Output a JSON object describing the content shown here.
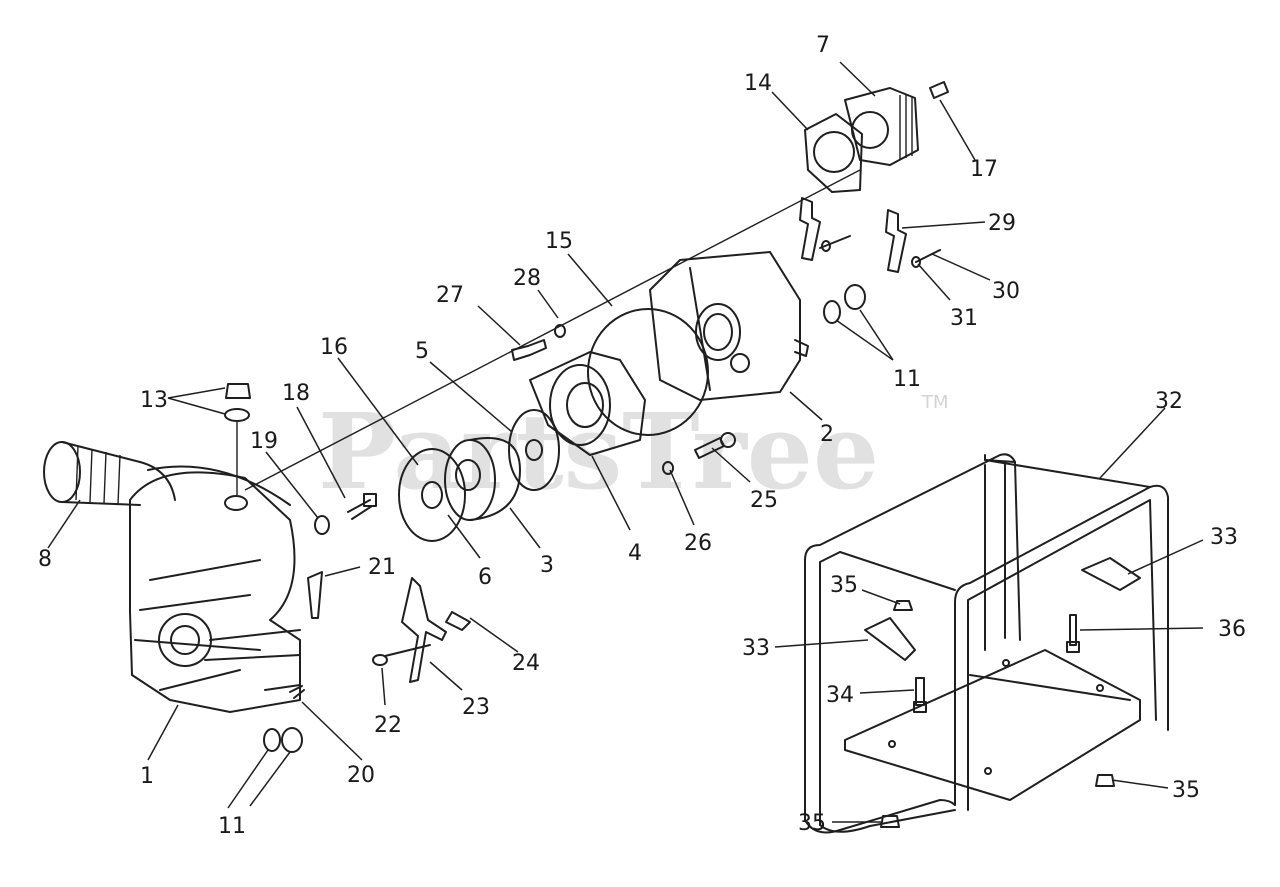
{
  "watermark": {
    "brand": "PartsTree",
    "trademark": "TM"
  },
  "part_labels": [
    "7",
    "14",
    "17",
    "29",
    "30",
    "31",
    "15",
    "28",
    "27",
    "11",
    "2",
    "5",
    "16",
    "13",
    "18",
    "19",
    "25",
    "26",
    "4",
    "3",
    "6",
    "8",
    "21",
    "24",
    "22",
    "23",
    "20",
    "1",
    "11",
    "32",
    "33",
    "35",
    "36",
    "33",
    "34",
    "35",
    "35"
  ]
}
